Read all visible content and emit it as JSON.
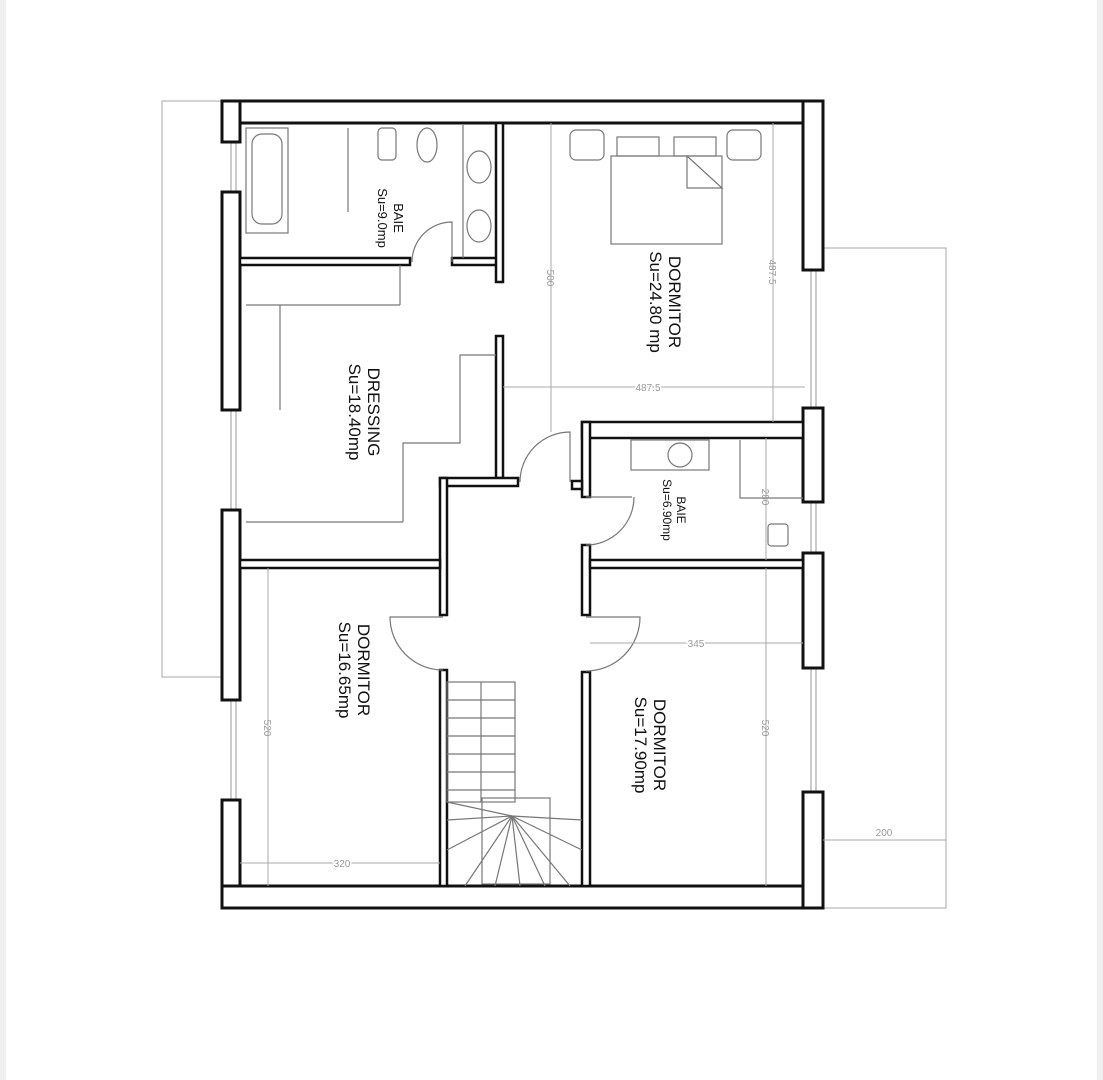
{
  "rooms": [
    {
      "name": "BAIE",
      "area": "Su=9.0mp"
    },
    {
      "name": "DORMITOR",
      "area": "Su=24.80 mp"
    },
    {
      "name": "DRESSING",
      "area": "Su=18.40mp"
    },
    {
      "name": "BAIE",
      "area": "Su=6.90mp"
    },
    {
      "name": "DORMITOR",
      "area": "Su=16.65mp"
    },
    {
      "name": "DORMITOR",
      "area": "Su=17.90mp"
    }
  ],
  "dimensions": {
    "d500": "500",
    "d487_v": "487.5",
    "d487_h": "487.5",
    "d280": "280",
    "d345": "345",
    "d520_left": "520",
    "d520_right": "520",
    "d320": "320",
    "d200": "200"
  }
}
